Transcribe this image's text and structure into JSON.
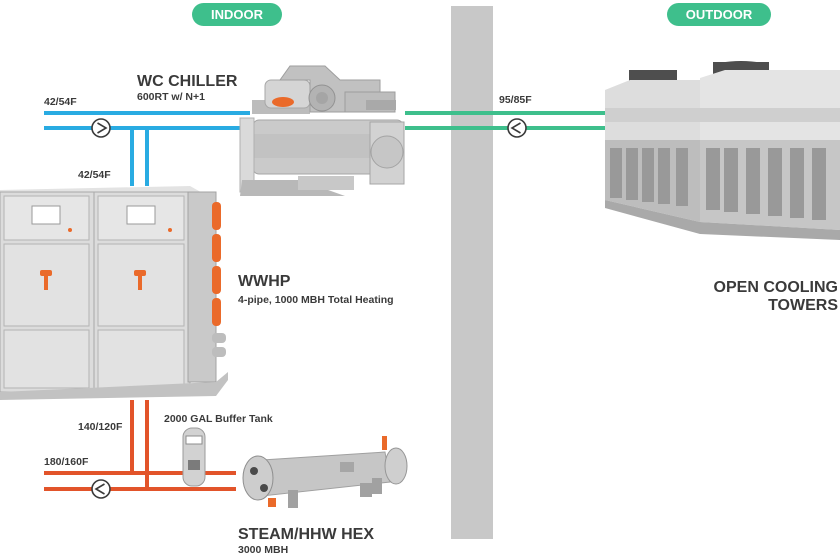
{
  "zones": {
    "indoor": "INDOOR",
    "outdoor": "OUTDOOR"
  },
  "chiller": {
    "title": "WC CHILLER",
    "subtitle": "600RT w/ N+1"
  },
  "heat_pump": {
    "title": "WWHP",
    "subtitle": "4-pipe, 1000 MBH Total Heating"
  },
  "cooling_towers": {
    "title_line1": "OPEN COOLING",
    "title_line2": "TOWERS"
  },
  "buffer_tank": {
    "label": "2000 GAL Buffer Tank"
  },
  "heat_exchanger": {
    "title": "STEAM/HHW HEX",
    "subtitle": "3000 MBH"
  },
  "temperatures": {
    "chw_supply": "42/54F",
    "chw_branch": "42/54F",
    "condenser": "95/85F",
    "hhw_branch": "140/120F",
    "hhw_supply": "180/160F"
  },
  "colors": {
    "chilled_water": "#29abe2",
    "condenser_water": "#3ebf8c",
    "hot_water": "#e2542a",
    "zone_pill": "#3ebf8c",
    "equipment_gray": "#c9c9c9",
    "wall_gray": "#c8c8c8",
    "accent_orange": "#ea6a2a",
    "text_dark": "#3a3a3a"
  }
}
